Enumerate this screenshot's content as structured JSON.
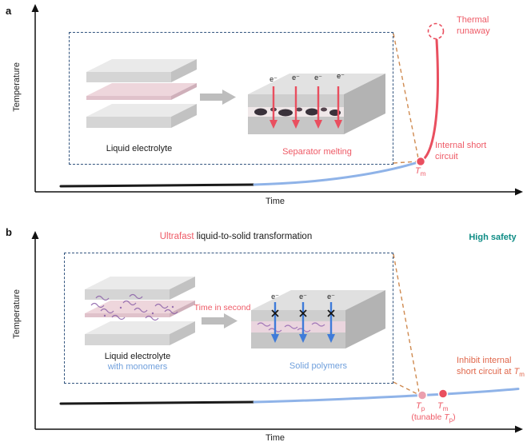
{
  "colors": {
    "red": "#e94f5f",
    "red-text": "#ee5a66",
    "blue-curve": "#8fb3e8",
    "blue-text": "#6f9fdc",
    "navy": "#33557f",
    "orange": "#cf8a50",
    "orange-red": "#e0674b",
    "teal": "#0e8c85",
    "pink-dot": "#eb9fae",
    "blue-arrow": "#3f7bd9"
  },
  "panel_a": {
    "label": "a",
    "y_axis_label": "Temperature",
    "x_axis_label": "Time",
    "inset": {
      "left_caption": "Liquid electrolyte",
      "right_caption": "Separator melting",
      "electron_label": "e⁻"
    },
    "thermal_runaway": {
      "line1": "Thermal",
      "line2": "runaway"
    },
    "internal_short": {
      "line1": "Internal short",
      "line2": "circuit"
    },
    "tm": {
      "base": "T",
      "sub": "m"
    }
  },
  "panel_b": {
    "label": "b",
    "y_axis_label": "Temperature",
    "x_axis_label": "Time",
    "title": {
      "highlight": "Ultrafast",
      "rest": " liquid-to-solid transformation"
    },
    "high_safety": "High safety",
    "inset": {
      "left_caption_line1": "Liquid electrolyte",
      "left_caption_line2": "with monomers",
      "arrow_label": "Time in second",
      "right_caption": "Solid polymers",
      "electron_label": "e⁻"
    },
    "inhibit": {
      "line1": "Inhibit internal",
      "line2_prefix": "short circuit at ",
      "t": "T",
      "sub": "m"
    },
    "tp": {
      "base": "T",
      "sub": "p"
    },
    "tm": {
      "base": "T",
      "sub": "m"
    },
    "tunable": {
      "prefix": "(tunable ",
      "t": "T",
      "sub": "p",
      "suffix": ")"
    }
  }
}
